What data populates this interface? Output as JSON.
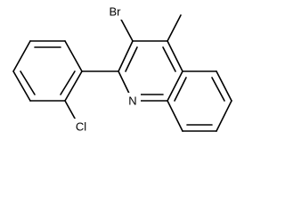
{
  "molecule": {
    "atoms": {
      "bromo": "Br",
      "nitrogen": "N",
      "chloro": "Cl"
    }
  },
  "colors": {
    "bond": "#000000",
    "label": "#000000",
    "background": "#ffffff"
  }
}
